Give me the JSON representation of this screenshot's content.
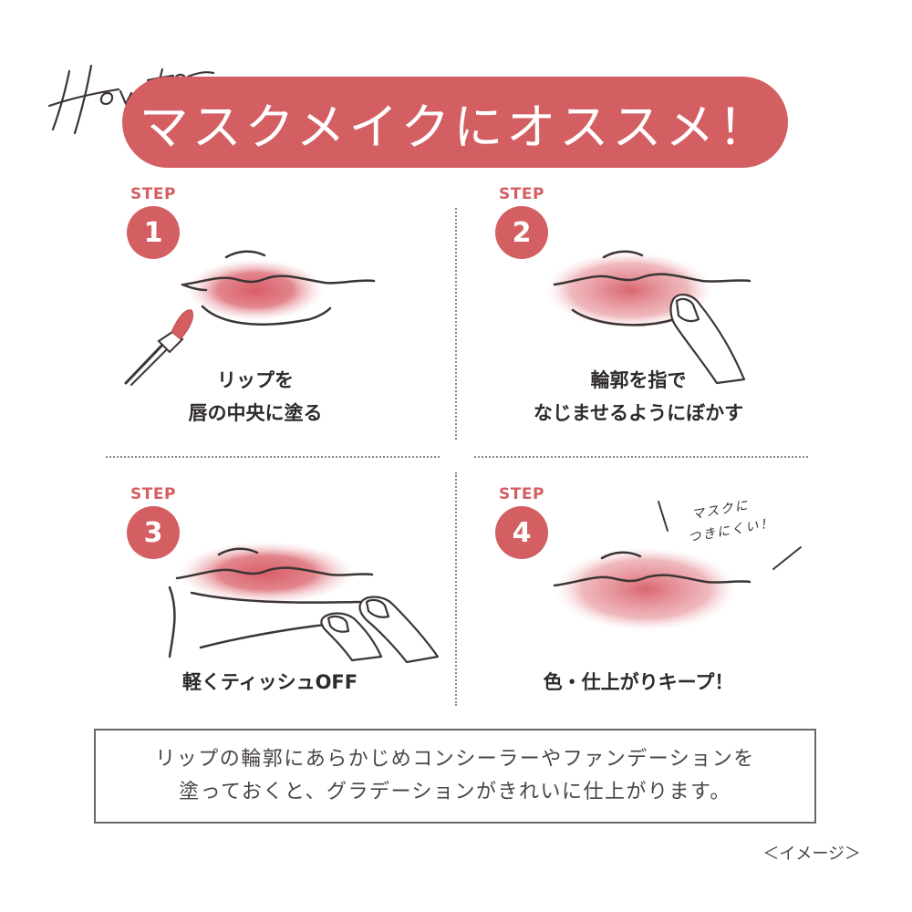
{
  "header": {
    "script_word": "How to",
    "title": "マスクメイクにオススメ！"
  },
  "steps": [
    {
      "label": "STEP",
      "number": "1",
      "caption_lines": [
        "リップを",
        "唇の中央に塗る"
      ]
    },
    {
      "label": "STEP",
      "number": "2",
      "caption_lines": [
        "輪郭を指で",
        "なじませるようにぼかす"
      ]
    },
    {
      "label": "STEP",
      "number": "3",
      "caption_lines": [
        "軽くティッシュOFF"
      ]
    },
    {
      "label": "STEP",
      "number": "4",
      "caption_lines": [
        "色・仕上がりキープ！"
      ]
    }
  ],
  "handwritten_note": [
    "マスクに",
    "つきにくい！"
  ],
  "info": {
    "lines": [
      "リップの輪郭にあらかじめコンシーラーやファンデーションを",
      "塗っておくと、グラデーションがきれいに仕上がります。"
    ]
  },
  "image_note": "＜イメージ＞",
  "colors": {
    "accent": "#d45f63",
    "lip": "#d6555f",
    "line": "#3d3535"
  }
}
